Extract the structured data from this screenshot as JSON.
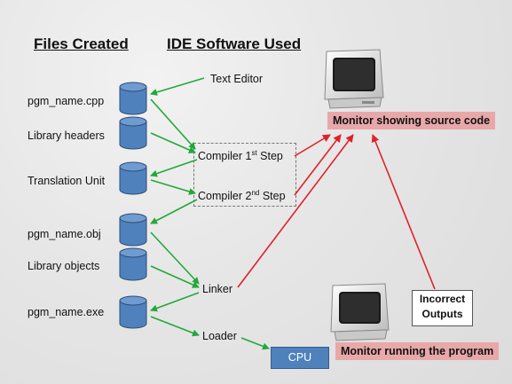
{
  "headers": {
    "files": "Files Created",
    "ide": "IDE Software Used"
  },
  "files": [
    "pgm_name.cpp",
    "Library headers",
    "Translation Unit",
    "pgm_name.obj",
    "Library objects",
    "pgm_name.exe"
  ],
  "tools": {
    "text_editor": "Text Editor",
    "compiler1": "Compiler 1",
    "compiler1_sup": "st",
    "compiler2": "Compiler 2",
    "compiler2_sup": "nd",
    "step": " Step",
    "linker": "Linker",
    "loader": "Loader"
  },
  "monitor_source": "Monitor showing source code",
  "monitor_running": "Monitor running  the program",
  "cpu": "CPU",
  "incorrect_line1": "Incorrect",
  "incorrect_line2": "Outputs",
  "colors": {
    "green_arrow": "#22a83a",
    "red_arrow": "#e0202a",
    "cylinder": "#4f81bd",
    "pink_box": "#e8a8aa"
  }
}
